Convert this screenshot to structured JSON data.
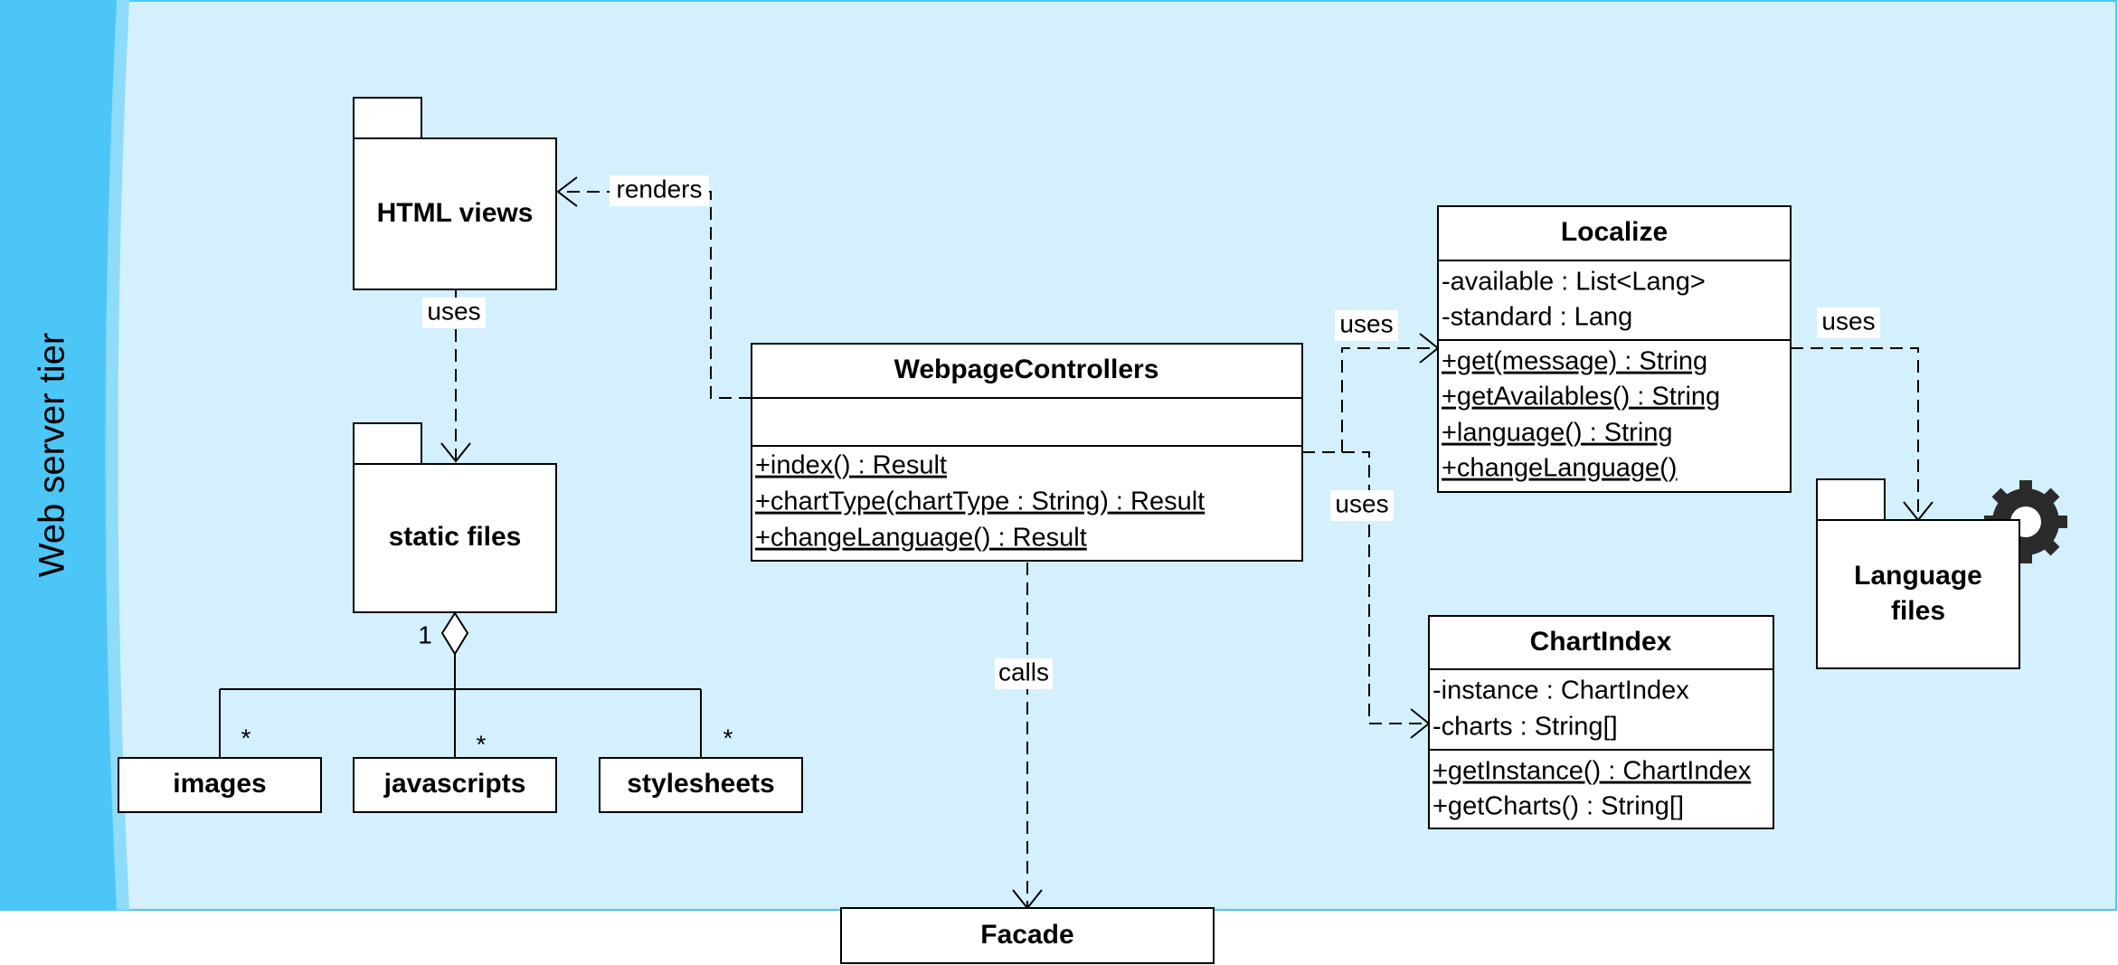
{
  "tier": {
    "label": "Web server tier",
    "colors": {
      "background": "#d4f0fc",
      "band": "#4cc6f7",
      "band_edge": "#8fdbfa",
      "border": "#4cc6f7"
    }
  },
  "packages": {
    "html_views": {
      "name": "HTML views"
    },
    "static_files": {
      "name": "static files"
    },
    "language_files": {
      "name_line1": "Language",
      "name_line2": "files",
      "icon": "gear-icon"
    }
  },
  "simple_boxes": {
    "images": "images",
    "javascripts": "javascripts",
    "stylesheets": "stylesheets",
    "facade": "Facade"
  },
  "multiplicities": {
    "static_files": "1",
    "images": "*",
    "javascripts": "*",
    "stylesheets": "*"
  },
  "classes": {
    "webpage_controllers": {
      "name": "WebpageControllers",
      "methods": [
        "+index() : Result",
        "+chartType(chartType : String) : Result",
        "+changeLanguage() : Result"
      ]
    },
    "localize": {
      "name": "Localize",
      "attributes": [
        "-available : List<Lang>",
        "-standard : Lang"
      ],
      "methods": [
        "+get(message) : String",
        "+getAvailables() : String",
        "+language() : String",
        "+changeLanguage()"
      ]
    },
    "chart_index": {
      "name": "ChartIndex",
      "attributes": [
        "-instance : ChartIndex",
        "-charts : String[]"
      ],
      "methods": [
        "+getInstance() : ChartIndex",
        "+getCharts() : String[]"
      ]
    }
  },
  "edge_labels": {
    "renders": "renders",
    "uses_static": "uses",
    "uses_localize": "uses",
    "uses_chartindex": "uses",
    "uses_language": "uses",
    "calls": "calls"
  }
}
